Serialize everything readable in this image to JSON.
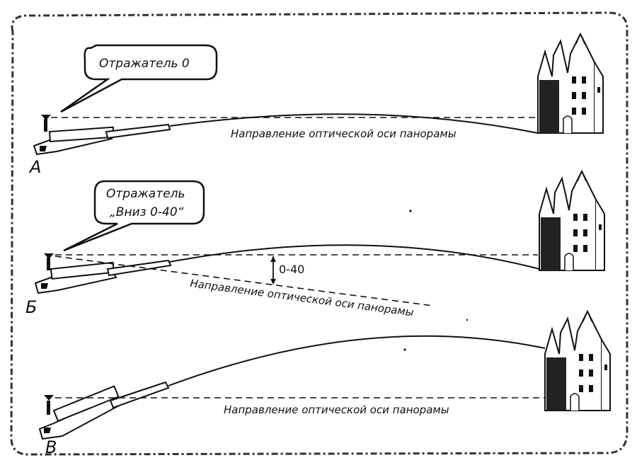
{
  "panels": [
    {
      "letter": "А",
      "bubble_lines": [
        "Отражатель 0"
      ],
      "axis_caption": "Направление  оптической оси панорамы"
    },
    {
      "letter": "Б",
      "bubble_lines": [
        "Отражатель",
        "„Вниз 0-40“"
      ],
      "axis_caption": "Направление оптической оси панорамы",
      "angle_label": "0-40"
    },
    {
      "letter": "В",
      "axis_caption": "Направление оптической оси панорамы"
    }
  ],
  "colors": {
    "ink": "#111111",
    "background": "#ffffff"
  }
}
